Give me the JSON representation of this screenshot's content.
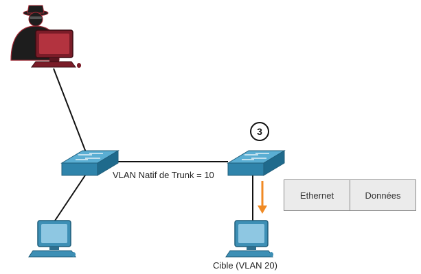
{
  "diagram": {
    "trunk_label": "VLAN Natif de Trunk = 10",
    "target_label": "Cible (VLAN 20)",
    "step_number": "3",
    "frame": {
      "cells": [
        "Ethernet",
        "Données"
      ]
    },
    "colors": {
      "attacker_device": "#7a1c28",
      "switch": "#3d8fb5",
      "workstation": "#3d8fb5",
      "arrow": "#f08a24",
      "link": "#111111"
    }
  }
}
